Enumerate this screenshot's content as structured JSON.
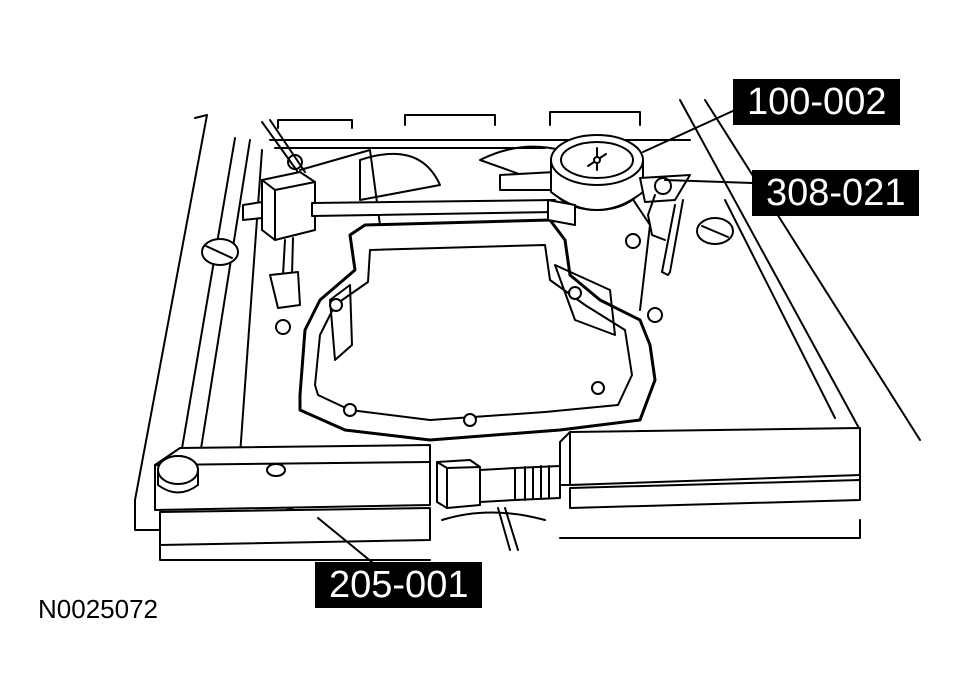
{
  "callouts": {
    "dial_indicator": "100-002",
    "indicator_holder": "308-021",
    "puller_tool": "205-001"
  },
  "figure_id": "N0025072"
}
